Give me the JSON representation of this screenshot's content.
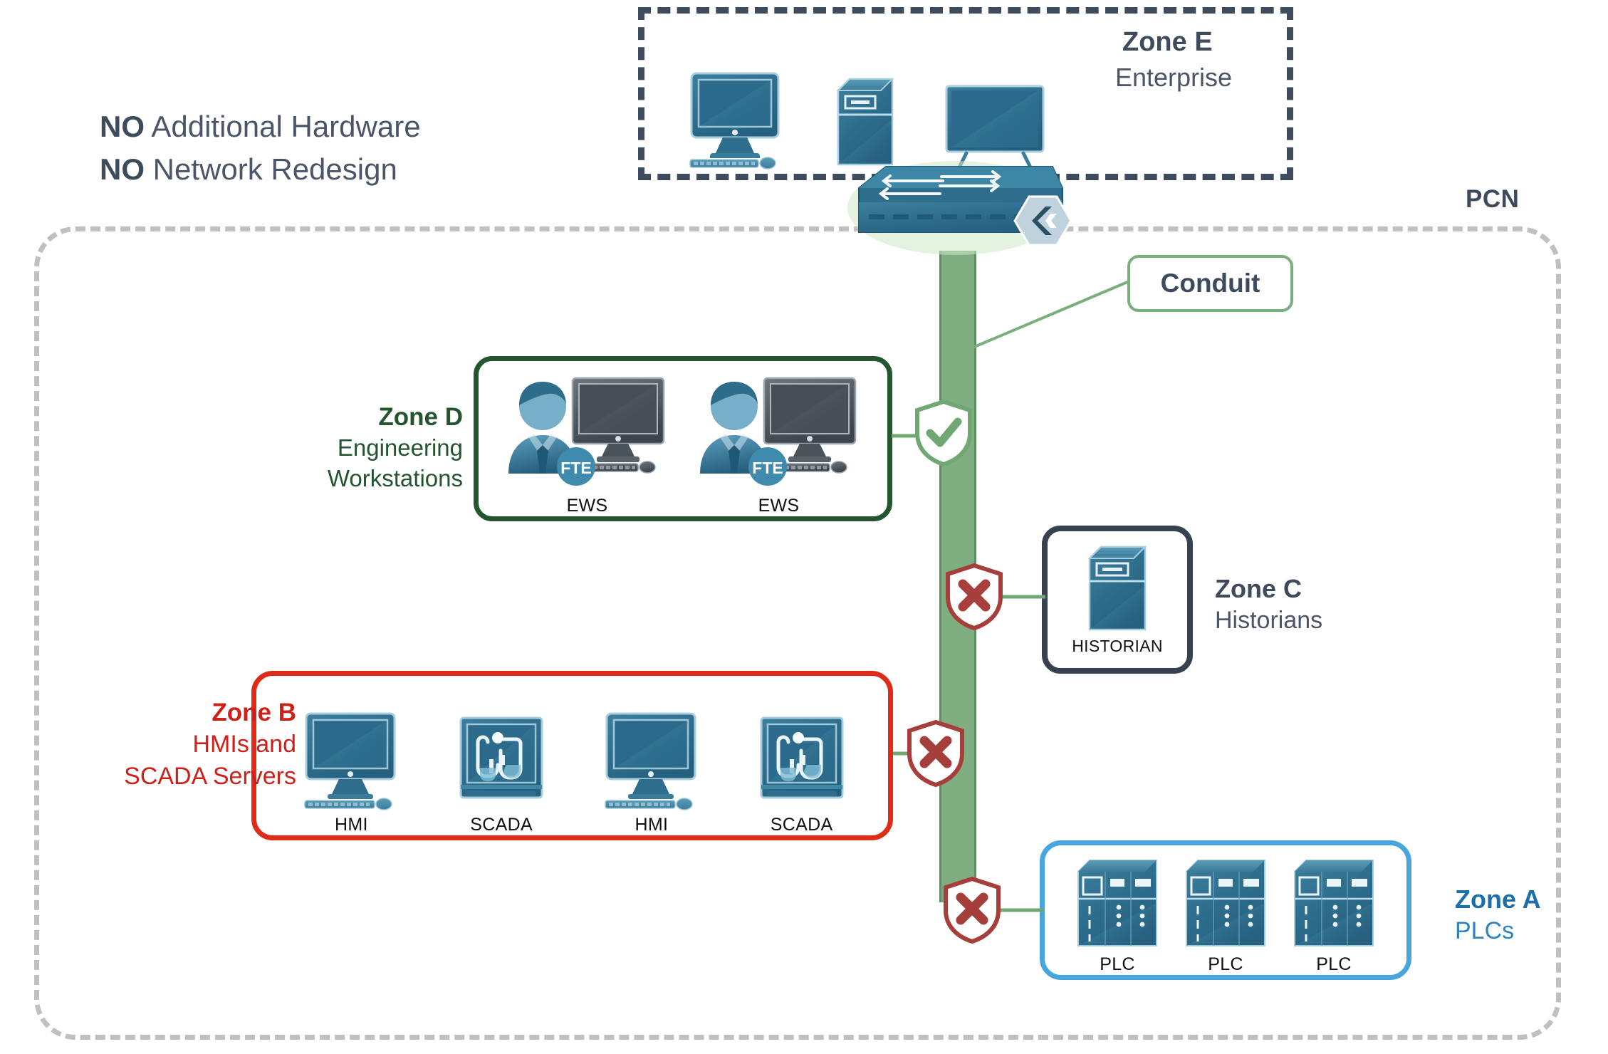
{
  "headline": {
    "line1_bold": "NO",
    "line1_rest": " Additional Hardware",
    "line2_bold": "NO",
    "line2_rest": " Network Redesign"
  },
  "network": {
    "pcn_label": "PCN",
    "conduit_label": "Conduit"
  },
  "zones": {
    "E": {
      "title": "Zone E",
      "subtitle": "Enterprise",
      "border_color": "#3E4B5C",
      "devices": [
        {
          "icon": "desktop-computer-icon",
          "label": ""
        },
        {
          "icon": "server-tower-icon",
          "label": ""
        },
        {
          "icon": "tv-display-icon",
          "label": ""
        }
      ]
    },
    "D": {
      "title": "Zone D",
      "subtitle_line1": "Engineering",
      "subtitle_line2": "Workstations",
      "border_color": "#24552E",
      "text_color": "#24552E",
      "access": "allowed",
      "devices": [
        {
          "icon": "engineer-workstation-icon",
          "label": "EWS",
          "badge": "FTE"
        },
        {
          "icon": "engineer-workstation-icon",
          "label": "EWS",
          "badge": "FTE"
        }
      ]
    },
    "C": {
      "title": "Zone C",
      "subtitle": "Historians",
      "border_color": "#37414F",
      "access": "blocked",
      "devices": [
        {
          "icon": "server-tower-icon",
          "label": "HISTORIAN"
        }
      ]
    },
    "B": {
      "title": "Zone B",
      "subtitle_line1": "HMIs and",
      "subtitle_line2": "SCADA Servers",
      "border_color": "#E02B18",
      "text_color": "#CC2018",
      "access": "blocked",
      "devices": [
        {
          "icon": "hmi-monitor-icon",
          "label": "HMI"
        },
        {
          "icon": "scada-process-icon",
          "label": "SCADA"
        },
        {
          "icon": "hmi-monitor-icon",
          "label": "HMI"
        },
        {
          "icon": "scada-process-icon",
          "label": "SCADA"
        }
      ]
    },
    "A": {
      "title": "Zone A",
      "subtitle": "PLCs",
      "border_color": "#49A5DE",
      "text_color": "#1C6FA8",
      "access": "blocked",
      "devices": [
        {
          "icon": "plc-rack-icon",
          "label": "PLC"
        },
        {
          "icon": "plc-rack-icon",
          "label": "PLC"
        },
        {
          "icon": "plc-rack-icon",
          "label": "PLC"
        }
      ]
    }
  },
  "shields": {
    "allow_icon": "shield-check-icon",
    "block_icon": "shield-x-icon",
    "allow_color": "#6FA873",
    "block_color": "#A63F3B"
  },
  "colors": {
    "device_blue_dark": "#2C6E8E",
    "device_blue_light": "#59A0BE",
    "conduit_green": "#7FAF80",
    "pcn_border": "#C0C0C0"
  }
}
